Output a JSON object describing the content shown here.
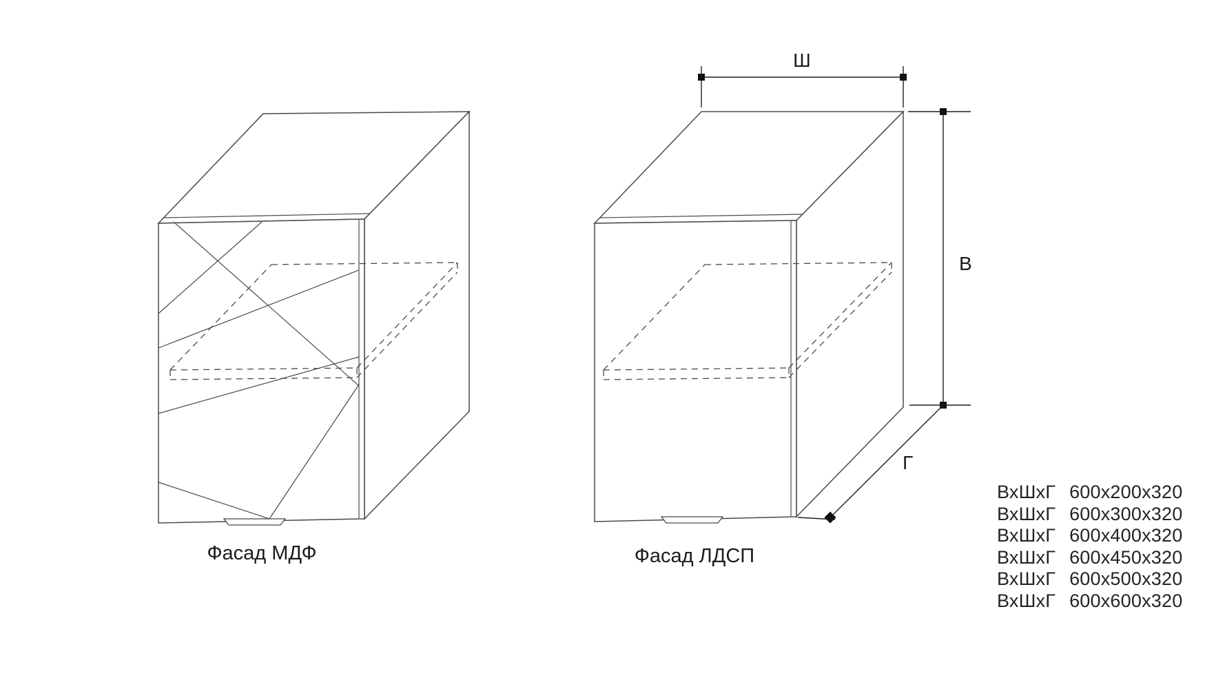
{
  "left_cabinet": {
    "label": "Фасад МДФ"
  },
  "right_cabinet": {
    "label": "Фасад ЛДСП"
  },
  "dimension_labels": {
    "width": "Ш",
    "height": "В",
    "depth": "Г"
  },
  "size_table": {
    "rows": [
      {
        "label": "ВхШхГ",
        "value": "600х200х320"
      },
      {
        "label": "ВхШхГ",
        "value": "600х300х320"
      },
      {
        "label": "ВхШхГ",
        "value": "600х400х320"
      },
      {
        "label": "ВхШхГ",
        "value": "600х450х320"
      },
      {
        "label": "ВхШхГ",
        "value": "600х500х320"
      },
      {
        "label": "ВхШхГ",
        "value": "600х600х320"
      }
    ]
  },
  "colors": {
    "background": "#ffffff",
    "drawing_line": "#4a4a4a",
    "dimension_line": "#1f1f1f",
    "text": "#1c1c1c"
  }
}
